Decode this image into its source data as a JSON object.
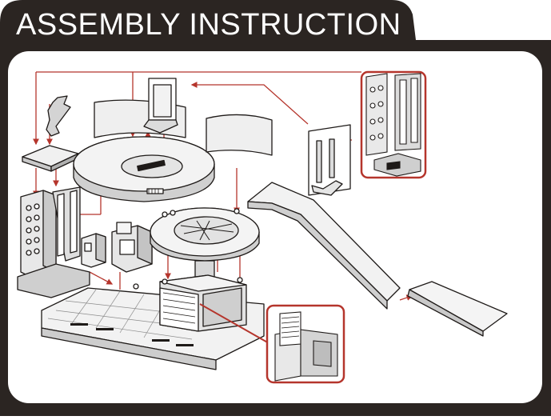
{
  "header": {
    "title": "ASSEMBLY INSTRUCTION"
  },
  "colors": {
    "frame": "#2b2522",
    "panel": "#ffffff",
    "leader_line": "#b5352c",
    "outline": "#1e1a18",
    "part_shade": "#c9c9c9",
    "part_light": "#ececec"
  },
  "diagram": {
    "parts": [
      "wrench-tool",
      "top-cap",
      "left-tower",
      "upper-deck-platform",
      "door-frame",
      "curved-wall-left",
      "curved-wall-right",
      "turntable-platform",
      "gas-pump",
      "car-wash-machine",
      "garage-box",
      "slide-ramp",
      "ramp-end-piece",
      "floor-base",
      "bracket-parts"
    ],
    "insets": [
      "tower-detail-inset",
      "garage-door-inset"
    ]
  }
}
